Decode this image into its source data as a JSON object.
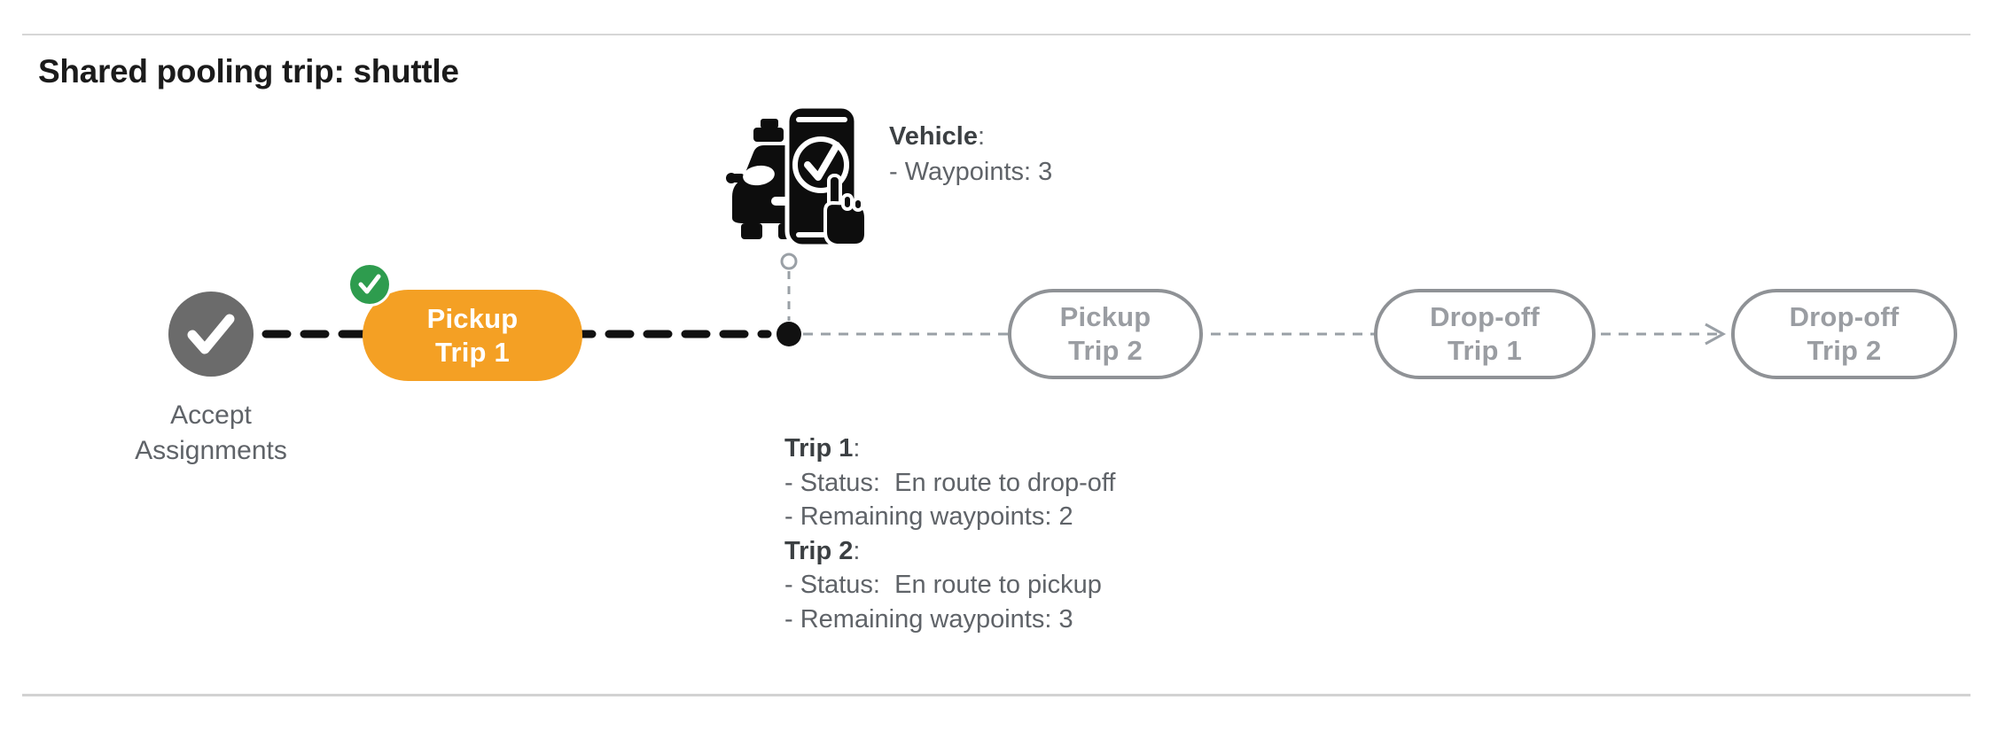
{
  "page": {
    "title": "Shared pooling trip: shuttle"
  },
  "vehicle_info": {
    "label": "Vehicle",
    "label_suffix": ":",
    "waypoints_line": "- Waypoints: 3"
  },
  "timeline": {
    "start": {
      "label_line1": "Accept",
      "label_line2": "Assignments",
      "icon": "check-icon"
    },
    "stages": [
      {
        "line1": "Pickup",
        "line2": "Trip 1",
        "state": "current",
        "completed_badge": true
      },
      {
        "line1": "Pickup",
        "line2": "Trip 2",
        "state": "upcoming",
        "completed_badge": false
      },
      {
        "line1": "Drop-off",
        "line2": "Trip 1",
        "state": "upcoming",
        "completed_badge": false
      },
      {
        "line1": "Drop-off",
        "line2": "Trip 2",
        "state": "upcoming",
        "completed_badge": false
      }
    ],
    "vehicle_position": "between Pickup Trip 1 and Pickup Trip 2"
  },
  "trip_status": {
    "trip1": {
      "title": "Trip 1",
      "title_suffix": ":",
      "status_line": "- Status:  En route to drop-off",
      "waypoints_line": "- Remaining waypoints: 2"
    },
    "trip2": {
      "title": "Trip 2",
      "title_suffix": ":",
      "status_line": "- Status:  En route to pickup",
      "waypoints_line": "- Remaining waypoints: 3"
    }
  },
  "colors": {
    "accent_orange": "#f4a024",
    "accent_green": "#2e9c4e",
    "start_node_gray": "#6b6b6b",
    "pill_outline_gray": "#8f9296",
    "pill_text_gray": "#9a9da2",
    "text_dark": "#3c4043",
    "text_gray": "#5f6368",
    "connector_black": "#111111",
    "connector_gray": "#9aa0a6",
    "divider_gray": "#d6d6d6"
  }
}
